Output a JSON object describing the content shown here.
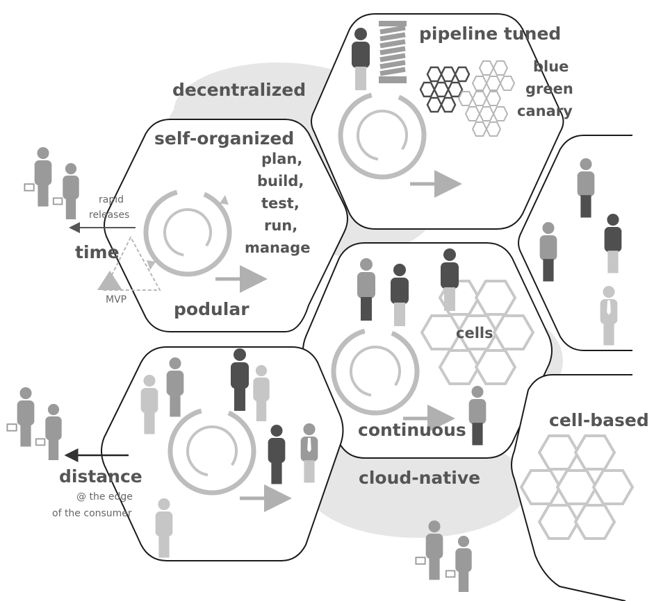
{
  "labels": {
    "decentralized": "decentralized",
    "self_organized": "self-organized",
    "pipeline_tuned": "pipeline tuned",
    "blue": "blue",
    "green": "green",
    "canary": "canary",
    "plan": "plan,",
    "build": "build,",
    "test": "test,",
    "run": "run,",
    "manage": "manage",
    "rapid": "rapid",
    "releases": "releases",
    "time": "time",
    "mvp": "MVP",
    "podular": "podular",
    "cells": "cells",
    "continuous": "continuous",
    "cell_based": "cell-based",
    "cloud_native": "cloud-native",
    "distance": "distance",
    "edge_line1": "@ the edge",
    "edge_line2": "of the consumer"
  },
  "colors": {
    "hex_border": "#1a1a1a",
    "label": "#555555",
    "cloud": "#e6e6e6",
    "cycle": "#bdbdbd",
    "person_dark": "#4f4f4f",
    "person_mid": "#9a9a9a",
    "person_light": "#c6c6c6"
  },
  "icons": {
    "cycle": "cycle-arrows-icon",
    "person": "person-icon",
    "shopper": "shopper-with-basket-icon",
    "spring": "pipeline-spring-icon",
    "hexagon": "hexagon-cell-icon"
  }
}
